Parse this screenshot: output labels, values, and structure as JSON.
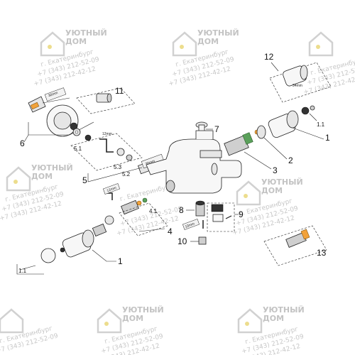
{
  "callouts": {
    "c1_right": "1",
    "c1_1_right": "1.1",
    "c2": "2",
    "c3": "3",
    "c4": "4",
    "c4_1": "4.1",
    "c5": "5",
    "c5_1": "5.1",
    "c5_2": "5.2",
    "c5_3": "5.3",
    "c6": "6",
    "c7": "7",
    "c8": "8",
    "c9": "9",
    "c10": "10",
    "c11": "11",
    "c12": "12",
    "c13": "13",
    "c1_left": "1",
    "c1_1_left": "1.1"
  },
  "dimensions": {
    "d30_top": "30mm",
    "d12": "12mm",
    "d30_mid": "30mm",
    "d12_left": "12mm",
    "d10": "10mm",
    "d34": "34mm"
  },
  "watermark": {
    "brand_line1": "УЮТНЫЙ",
    "brand_line2": "ДОМ",
    "city": "г. Екатеринбург",
    "phone1": "+7 (343) 212-52-09",
    "phone2": "+7 (343) 212-42-12"
  },
  "colors": {
    "line": "#222222",
    "watermark": "#bdbdbd",
    "accent_orange": "#f2a23a",
    "accent_green": "#5aa05a"
  }
}
